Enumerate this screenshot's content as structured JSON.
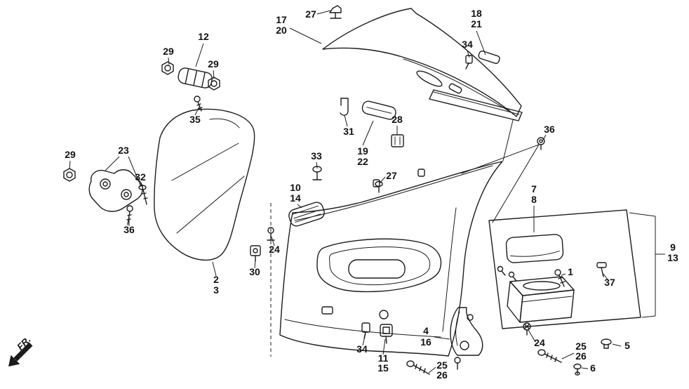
{
  "colors": {
    "background": "#ffffff",
    "line": "#1c1c1c"
  },
  "direction_indicator": {
    "label": "FR."
  },
  "part_labels": [
    {
      "text": "17"
    },
    {
      "text": "20"
    },
    {
      "text": "27"
    },
    {
      "text": "18"
    },
    {
      "text": "21"
    },
    {
      "text": "34"
    },
    {
      "text": "12"
    },
    {
      "text": "29"
    },
    {
      "text": "29"
    },
    {
      "text": "35"
    },
    {
      "text": "31"
    },
    {
      "text": "19"
    },
    {
      "text": "22"
    },
    {
      "text": "28"
    },
    {
      "text": "36"
    },
    {
      "text": "33"
    },
    {
      "text": "27"
    },
    {
      "text": "10"
    },
    {
      "text": "14"
    },
    {
      "text": "7"
    },
    {
      "text": "8"
    },
    {
      "text": "23"
    },
    {
      "text": "29"
    },
    {
      "text": "32"
    },
    {
      "text": "36"
    },
    {
      "text": "24"
    },
    {
      "text": "9"
    },
    {
      "text": "13"
    },
    {
      "text": "30"
    },
    {
      "text": "1"
    },
    {
      "text": "37"
    },
    {
      "text": "2"
    },
    {
      "text": "3"
    },
    {
      "text": "5"
    },
    {
      "text": "4"
    },
    {
      "text": "16"
    },
    {
      "text": "34"
    },
    {
      "text": "11"
    },
    {
      "text": "15"
    },
    {
      "text": "24"
    },
    {
      "text": "25"
    },
    {
      "text": "26"
    },
    {
      "text": "25"
    },
    {
      "text": "26"
    },
    {
      "text": "6"
    }
  ]
}
